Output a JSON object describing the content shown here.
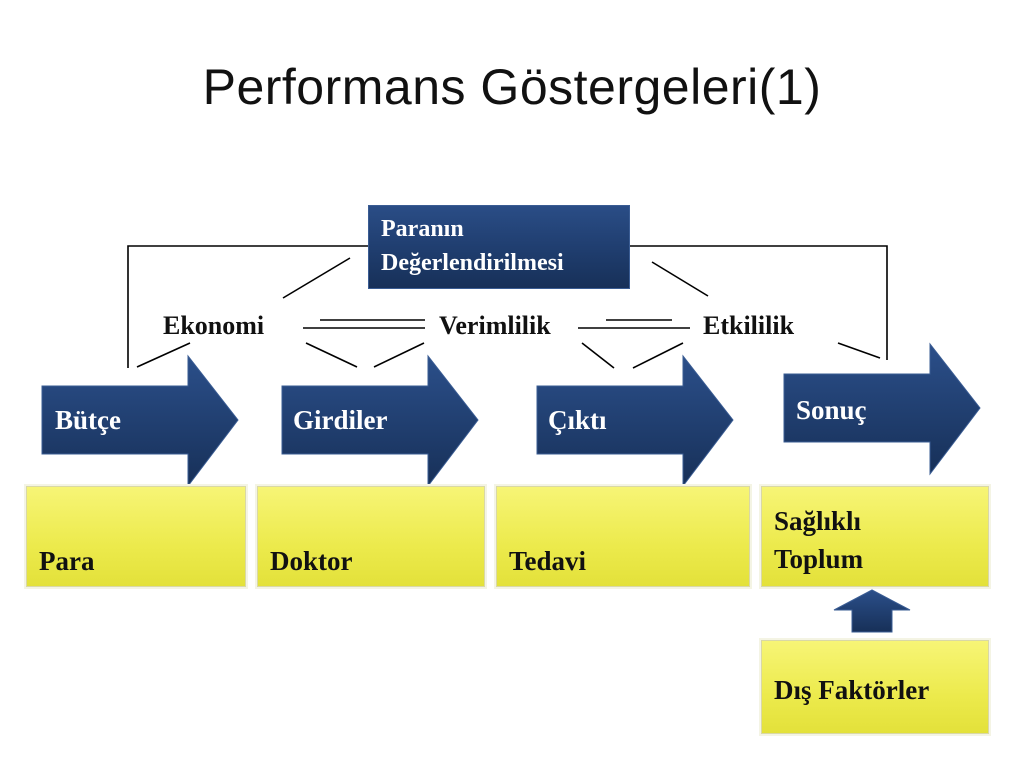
{
  "title": "Performans Göstergeleri(1)",
  "top_box": {
    "line1": "Paranın",
    "line2": "Değerlendirilmesi"
  },
  "concepts": {
    "economy": "Ekonomi",
    "efficiency": "Verimlilik",
    "effectiveness": "Etkililik"
  },
  "stages": [
    {
      "label": "Bütçe"
    },
    {
      "label": "Girdiler"
    },
    {
      "label": "Çıktı"
    },
    {
      "label": "Sonuç"
    }
  ],
  "examples": [
    {
      "line1": "Para",
      "line2": ""
    },
    {
      "line1": "Doktor",
      "line2": ""
    },
    {
      "line1": "Tedavi",
      "line2": ""
    },
    {
      "line1": "Sağlıklı",
      "line2": "Toplum"
    }
  ],
  "external": {
    "label": "Dış Faktörler"
  },
  "colors": {
    "arrow_fill": "#1f3f70",
    "example_fill": "#ecea4c",
    "connector": "#000000",
    "up_arrow": "#1f3f70"
  }
}
